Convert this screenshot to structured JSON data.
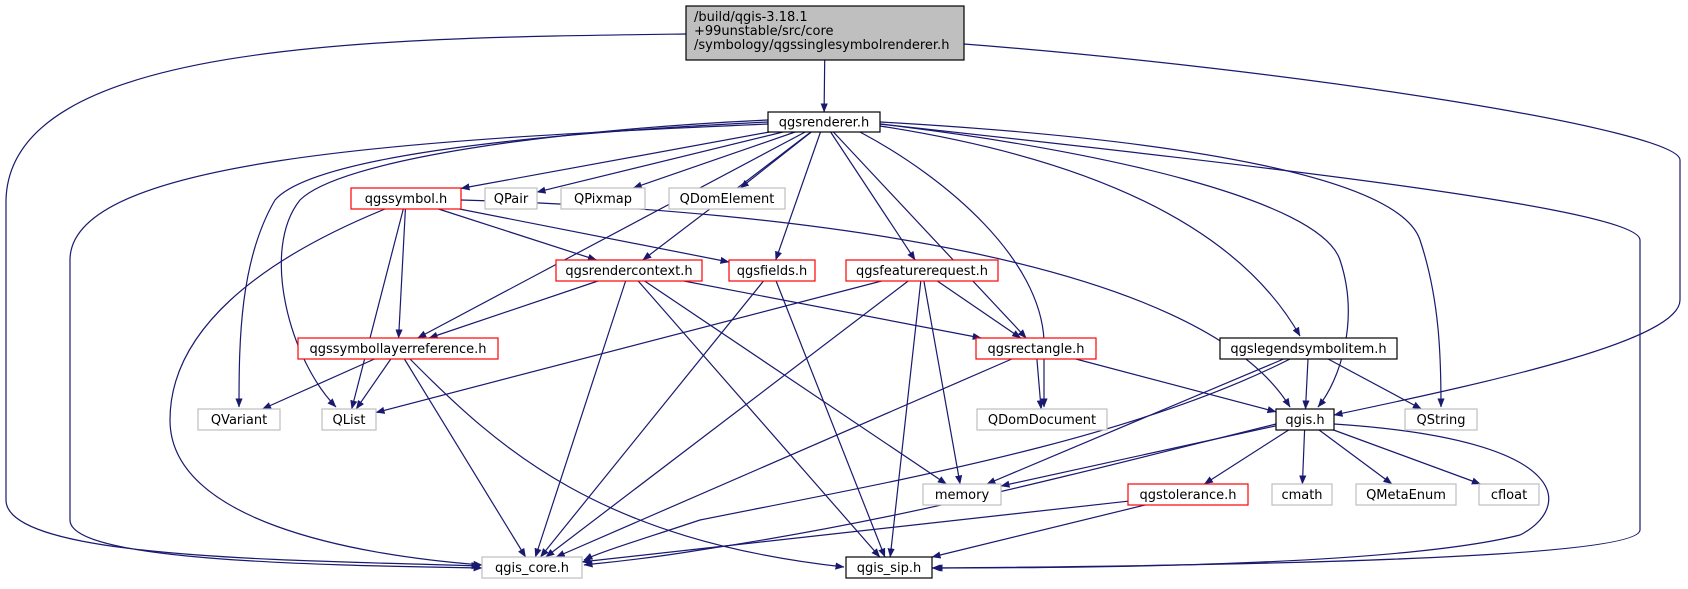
{
  "colors": {
    "edge": "#191970",
    "arrowhead": "#191970",
    "main_fill": "#bfbfbf",
    "main_border": "#000000",
    "documented_border": "#000000",
    "truncated_border": "#ff0000",
    "external_border": "#bfbfbf",
    "text": "#000000",
    "background": "#ffffff"
  },
  "nodes": [
    {
      "id": "main",
      "lines": [
        "/build/qgis-3.18.1",
        "+99unstable/src/core",
        "/symbology/qgssinglesymbolrenderer.h"
      ],
      "style": "main"
    },
    {
      "id": "qgsrenderer",
      "lines": [
        "qgsrenderer.h"
      ],
      "style": "documented"
    },
    {
      "id": "qgssymbol",
      "lines": [
        "qgssymbol.h"
      ],
      "style": "truncated"
    },
    {
      "id": "qpair",
      "lines": [
        "QPair"
      ],
      "style": "external"
    },
    {
      "id": "qpixmap",
      "lines": [
        "QPixmap"
      ],
      "style": "external"
    },
    {
      "id": "qdomelement",
      "lines": [
        "QDomElement"
      ],
      "style": "external"
    },
    {
      "id": "qgsrendercontext",
      "lines": [
        "qgsrendercontext.h"
      ],
      "style": "truncated"
    },
    {
      "id": "qgsfields",
      "lines": [
        "qgsfields.h"
      ],
      "style": "truncated"
    },
    {
      "id": "qgsfeaturerequest",
      "lines": [
        "qgsfeaturerequest.h"
      ],
      "style": "truncated"
    },
    {
      "id": "qgssymbollayerreference",
      "lines": [
        "qgssymbollayerreference.h"
      ],
      "style": "truncated"
    },
    {
      "id": "qgsrectangle",
      "lines": [
        "qgsrectangle.h"
      ],
      "style": "truncated"
    },
    {
      "id": "qgslegendsymbolitem",
      "lines": [
        "qgslegendsymbolitem.h"
      ],
      "style": "documented"
    },
    {
      "id": "qvariant",
      "lines": [
        "QVariant"
      ],
      "style": "external"
    },
    {
      "id": "qlist",
      "lines": [
        "QList"
      ],
      "style": "external"
    },
    {
      "id": "qdomdocument",
      "lines": [
        "QDomDocument"
      ],
      "style": "external"
    },
    {
      "id": "qgis",
      "lines": [
        "qgis.h"
      ],
      "style": "documented"
    },
    {
      "id": "qstring",
      "lines": [
        "QString"
      ],
      "style": "external"
    },
    {
      "id": "memory",
      "lines": [
        "memory"
      ],
      "style": "external"
    },
    {
      "id": "qgstolerance",
      "lines": [
        "qgstolerance.h"
      ],
      "style": "truncated"
    },
    {
      "id": "cmath",
      "lines": [
        "cmath"
      ],
      "style": "external"
    },
    {
      "id": "qmetaenum",
      "lines": [
        "QMetaEnum"
      ],
      "style": "external"
    },
    {
      "id": "cfloat",
      "lines": [
        "cfloat"
      ],
      "style": "external"
    },
    {
      "id": "qgis_core",
      "lines": [
        "qgis_core.h"
      ],
      "style": "external"
    },
    {
      "id": "qgis_sip",
      "lines": [
        "qgis_sip.h"
      ],
      "style": "documented"
    }
  ],
  "edges": [
    [
      "main",
      "qgsrenderer"
    ],
    [
      "main",
      "qgis_core"
    ],
    [
      "main",
      "qgis"
    ],
    [
      "qgsrenderer",
      "qgssymbol"
    ],
    [
      "qgsrenderer",
      "qpair"
    ],
    [
      "qgsrenderer",
      "qpixmap"
    ],
    [
      "qgsrenderer",
      "qdomelement"
    ],
    [
      "qgsrenderer",
      "qgsrendercontext"
    ],
    [
      "qgsrenderer",
      "qgsfields"
    ],
    [
      "qgsrenderer",
      "qgsfeaturerequest"
    ],
    [
      "qgsrenderer",
      "qgssymbollayerreference"
    ],
    [
      "qgsrenderer",
      "qgsrectangle"
    ],
    [
      "qgsrenderer",
      "qgslegendsymbolitem"
    ],
    [
      "qgsrenderer",
      "qvariant"
    ],
    [
      "qgsrenderer",
      "qlist"
    ],
    [
      "qgsrenderer",
      "qdomdocument"
    ],
    [
      "qgsrenderer",
      "qgis"
    ],
    [
      "qgsrenderer",
      "qstring"
    ],
    [
      "qgsrenderer",
      "qgis_core"
    ],
    [
      "qgsrenderer",
      "qgis_sip"
    ],
    [
      "qgssymbol",
      "qgsrendercontext"
    ],
    [
      "qgssymbol",
      "qgsfields"
    ],
    [
      "qgssymbol",
      "qgssymbollayerreference"
    ],
    [
      "qgssymbol",
      "qlist"
    ],
    [
      "qgssymbol",
      "qgis"
    ],
    [
      "qgssymbol",
      "qgis_core"
    ],
    [
      "qgsrendercontext",
      "qgssymbollayerreference"
    ],
    [
      "qgsrendercontext",
      "qgsrectangle"
    ],
    [
      "qgsrendercontext",
      "memory"
    ],
    [
      "qgsrendercontext",
      "qgis_core"
    ],
    [
      "qgsrendercontext",
      "qgis_sip"
    ],
    [
      "qgsfields",
      "qgis_core"
    ],
    [
      "qgsfields",
      "qgis_sip"
    ],
    [
      "qgsfeaturerequest",
      "qgsrectangle"
    ],
    [
      "qgsfeaturerequest",
      "qlist"
    ],
    [
      "qgsfeaturerequest",
      "memory"
    ],
    [
      "qgsfeaturerequest",
      "qgis_core"
    ],
    [
      "qgsfeaturerequest",
      "qgis_sip"
    ],
    [
      "qgssymbollayerreference",
      "qvariant"
    ],
    [
      "qgssymbollayerreference",
      "qlist"
    ],
    [
      "qgssymbollayerreference",
      "qgis_core"
    ],
    [
      "qgssymbollayerreference",
      "qgis_sip"
    ],
    [
      "qgsrectangle",
      "qdomdocument"
    ],
    [
      "qgsrectangle",
      "qgis"
    ],
    [
      "qgsrectangle",
      "qgis_core"
    ],
    [
      "qgslegendsymbolitem",
      "qgis"
    ],
    [
      "qgslegendsymbolitem",
      "qstring"
    ],
    [
      "qgslegendsymbolitem",
      "memory"
    ],
    [
      "qgslegendsymbolitem",
      "qgis_core"
    ],
    [
      "qgis",
      "memory"
    ],
    [
      "qgis",
      "qgstolerance"
    ],
    [
      "qgis",
      "cmath"
    ],
    [
      "qgis",
      "qmetaenum"
    ],
    [
      "qgis",
      "cfloat"
    ],
    [
      "qgis",
      "qgis_core"
    ],
    [
      "qgis",
      "qgis_sip"
    ],
    [
      "qgstolerance",
      "qgis_core"
    ],
    [
      "qgstolerance",
      "qgis_sip"
    ]
  ]
}
